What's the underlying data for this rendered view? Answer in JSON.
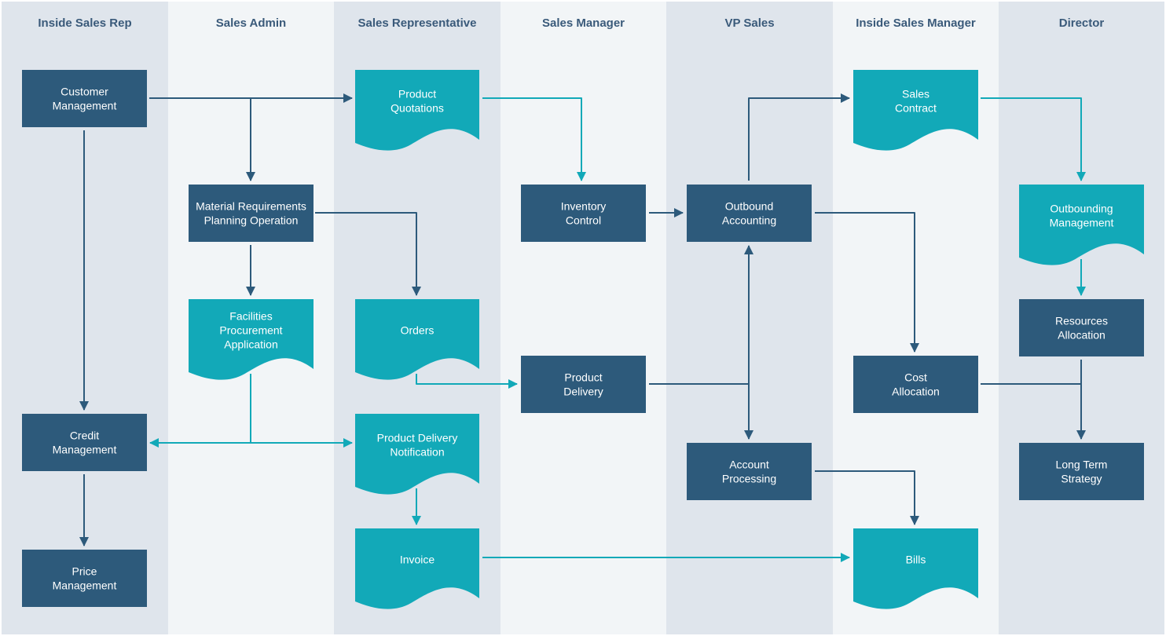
{
  "lanes": [
    {
      "title": "Inside Sales Rep"
    },
    {
      "title": "Sales Admin"
    },
    {
      "title": "Sales Representative"
    },
    {
      "title": "Sales Manager"
    },
    {
      "title": "VP Sales"
    },
    {
      "title": "Inside Sales Manager"
    },
    {
      "title": "Director"
    }
  ],
  "nodes": [
    {
      "id": "customer-management",
      "shape": "process",
      "lines": [
        "Customer",
        "Management"
      ]
    },
    {
      "id": "credit-management",
      "shape": "process",
      "lines": [
        "Credit",
        "Management"
      ]
    },
    {
      "id": "price-management",
      "shape": "process",
      "lines": [
        "Price",
        "Management"
      ]
    },
    {
      "id": "mrp-operation",
      "shape": "process",
      "lines": [
        "Material Requirements",
        "Planning Operation"
      ]
    },
    {
      "id": "facilities-procurement",
      "shape": "document",
      "lines": [
        "Facilities",
        "Procurement",
        "Application"
      ]
    },
    {
      "id": "product-quotations",
      "shape": "document",
      "lines": [
        "Product",
        "Quotations"
      ]
    },
    {
      "id": "orders",
      "shape": "document",
      "lines": [
        "Orders"
      ]
    },
    {
      "id": "product-delivery-notification",
      "shape": "document",
      "lines": [
        "Product Delivery",
        "Notification"
      ]
    },
    {
      "id": "invoice",
      "shape": "document",
      "lines": [
        "Invoice"
      ]
    },
    {
      "id": "inventory-control",
      "shape": "process",
      "lines": [
        "Inventory",
        "Control"
      ]
    },
    {
      "id": "product-delivery",
      "shape": "process",
      "lines": [
        "Product",
        "Delivery"
      ]
    },
    {
      "id": "outbound-accounting",
      "shape": "process",
      "lines": [
        "Outbound",
        "Accounting"
      ]
    },
    {
      "id": "account-processing",
      "shape": "process",
      "lines": [
        "Account",
        "Processing"
      ]
    },
    {
      "id": "sales-contract",
      "shape": "document",
      "lines": [
        "Sales",
        "Contract"
      ]
    },
    {
      "id": "cost-allocation",
      "shape": "process",
      "lines": [
        "Cost",
        "Allocation"
      ]
    },
    {
      "id": "bills",
      "shape": "document",
      "lines": [
        "Bills"
      ]
    },
    {
      "id": "outbounding-management",
      "shape": "document",
      "lines": [
        "Outbounding",
        "Management"
      ]
    },
    {
      "id": "resources-allocation",
      "shape": "process",
      "lines": [
        "Resources",
        "Allocation"
      ]
    },
    {
      "id": "long-term-strategy",
      "shape": "process",
      "lines": [
        "Long Term",
        "Strategy"
      ]
    }
  ],
  "edges": [
    {
      "from": "customer-management",
      "to": "product-quotations",
      "color": "dark"
    },
    {
      "from": "customer-management",
      "to": "mrp-operation",
      "color": "dark"
    },
    {
      "from": "customer-management",
      "to": "credit-management",
      "color": "dark"
    },
    {
      "from": "credit-management",
      "to": "price-management",
      "color": "dark"
    },
    {
      "from": "mrp-operation",
      "to": "facilities-procurement",
      "color": "dark"
    },
    {
      "from": "mrp-operation",
      "to": "orders",
      "color": "dark"
    },
    {
      "from": "facilities-procurement",
      "to": "credit-management",
      "color": "teal"
    },
    {
      "from": "facilities-procurement",
      "to": "product-delivery-notification",
      "color": "teal"
    },
    {
      "from": "product-quotations",
      "to": "inventory-control",
      "color": "teal"
    },
    {
      "from": "orders",
      "to": "product-delivery",
      "color": "teal"
    },
    {
      "from": "product-delivery-notification",
      "to": "invoice",
      "color": "teal"
    },
    {
      "from": "invoice",
      "to": "bills",
      "color": "teal"
    },
    {
      "from": "inventory-control",
      "to": "outbound-accounting",
      "color": "dark"
    },
    {
      "from": "product-delivery",
      "to": "outbound-accounting",
      "color": "dark"
    },
    {
      "from": "product-delivery",
      "to": "account-processing",
      "color": "dark"
    },
    {
      "from": "outbound-accounting",
      "to": "sales-contract",
      "color": "dark"
    },
    {
      "from": "outbound-accounting",
      "to": "cost-allocation",
      "color": "dark"
    },
    {
      "from": "account-processing",
      "to": "bills",
      "color": "dark"
    },
    {
      "from": "sales-contract",
      "to": "outbounding-management",
      "color": "teal"
    },
    {
      "from": "outbounding-management",
      "to": "resources-allocation",
      "color": "teal"
    },
    {
      "from": "resources-allocation",
      "to": "long-term-strategy",
      "color": "dark"
    },
    {
      "from": "cost-allocation",
      "to": "long-term-strategy",
      "color": "dark"
    }
  ],
  "colors": {
    "lane_dark": "#dfe5ec",
    "lane_light": "#f2f5f7",
    "process": "#2d5a7b",
    "document": "#12a9b8",
    "arrow_dark": "#2d5a7b",
    "arrow_teal": "#12a9b8",
    "lane_title": "#3a5a7a",
    "node_text": "#ffffff"
  }
}
